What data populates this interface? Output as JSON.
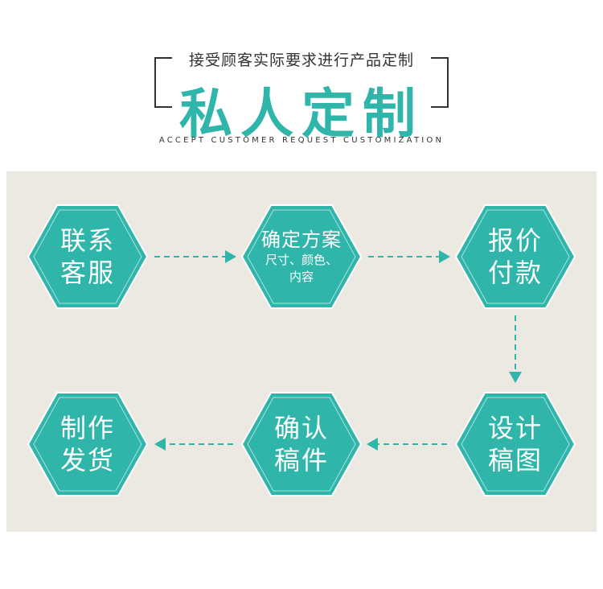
{
  "header": {
    "subtitle": "接受顾客实际要求进行产品定制",
    "title": "私人定制",
    "english": "ACCEPT CUSTOMER REQUEST CUSTOMIZATION"
  },
  "colors": {
    "accent": "#2fb5a9",
    "panel": "#ebe9e1",
    "hex_border": "#ffffff"
  },
  "steps": [
    {
      "line1": "联系",
      "line2": "客服"
    },
    {
      "line1": "确定方案",
      "detail1": "尺寸、颜色、",
      "detail2": "内容"
    },
    {
      "line1": "报价",
      "line2": "付款"
    },
    {
      "line1": "设计",
      "line2": "稿图"
    },
    {
      "line1": "确认",
      "line2": "稿件"
    },
    {
      "line1": "制作",
      "line2": "发货"
    }
  ]
}
